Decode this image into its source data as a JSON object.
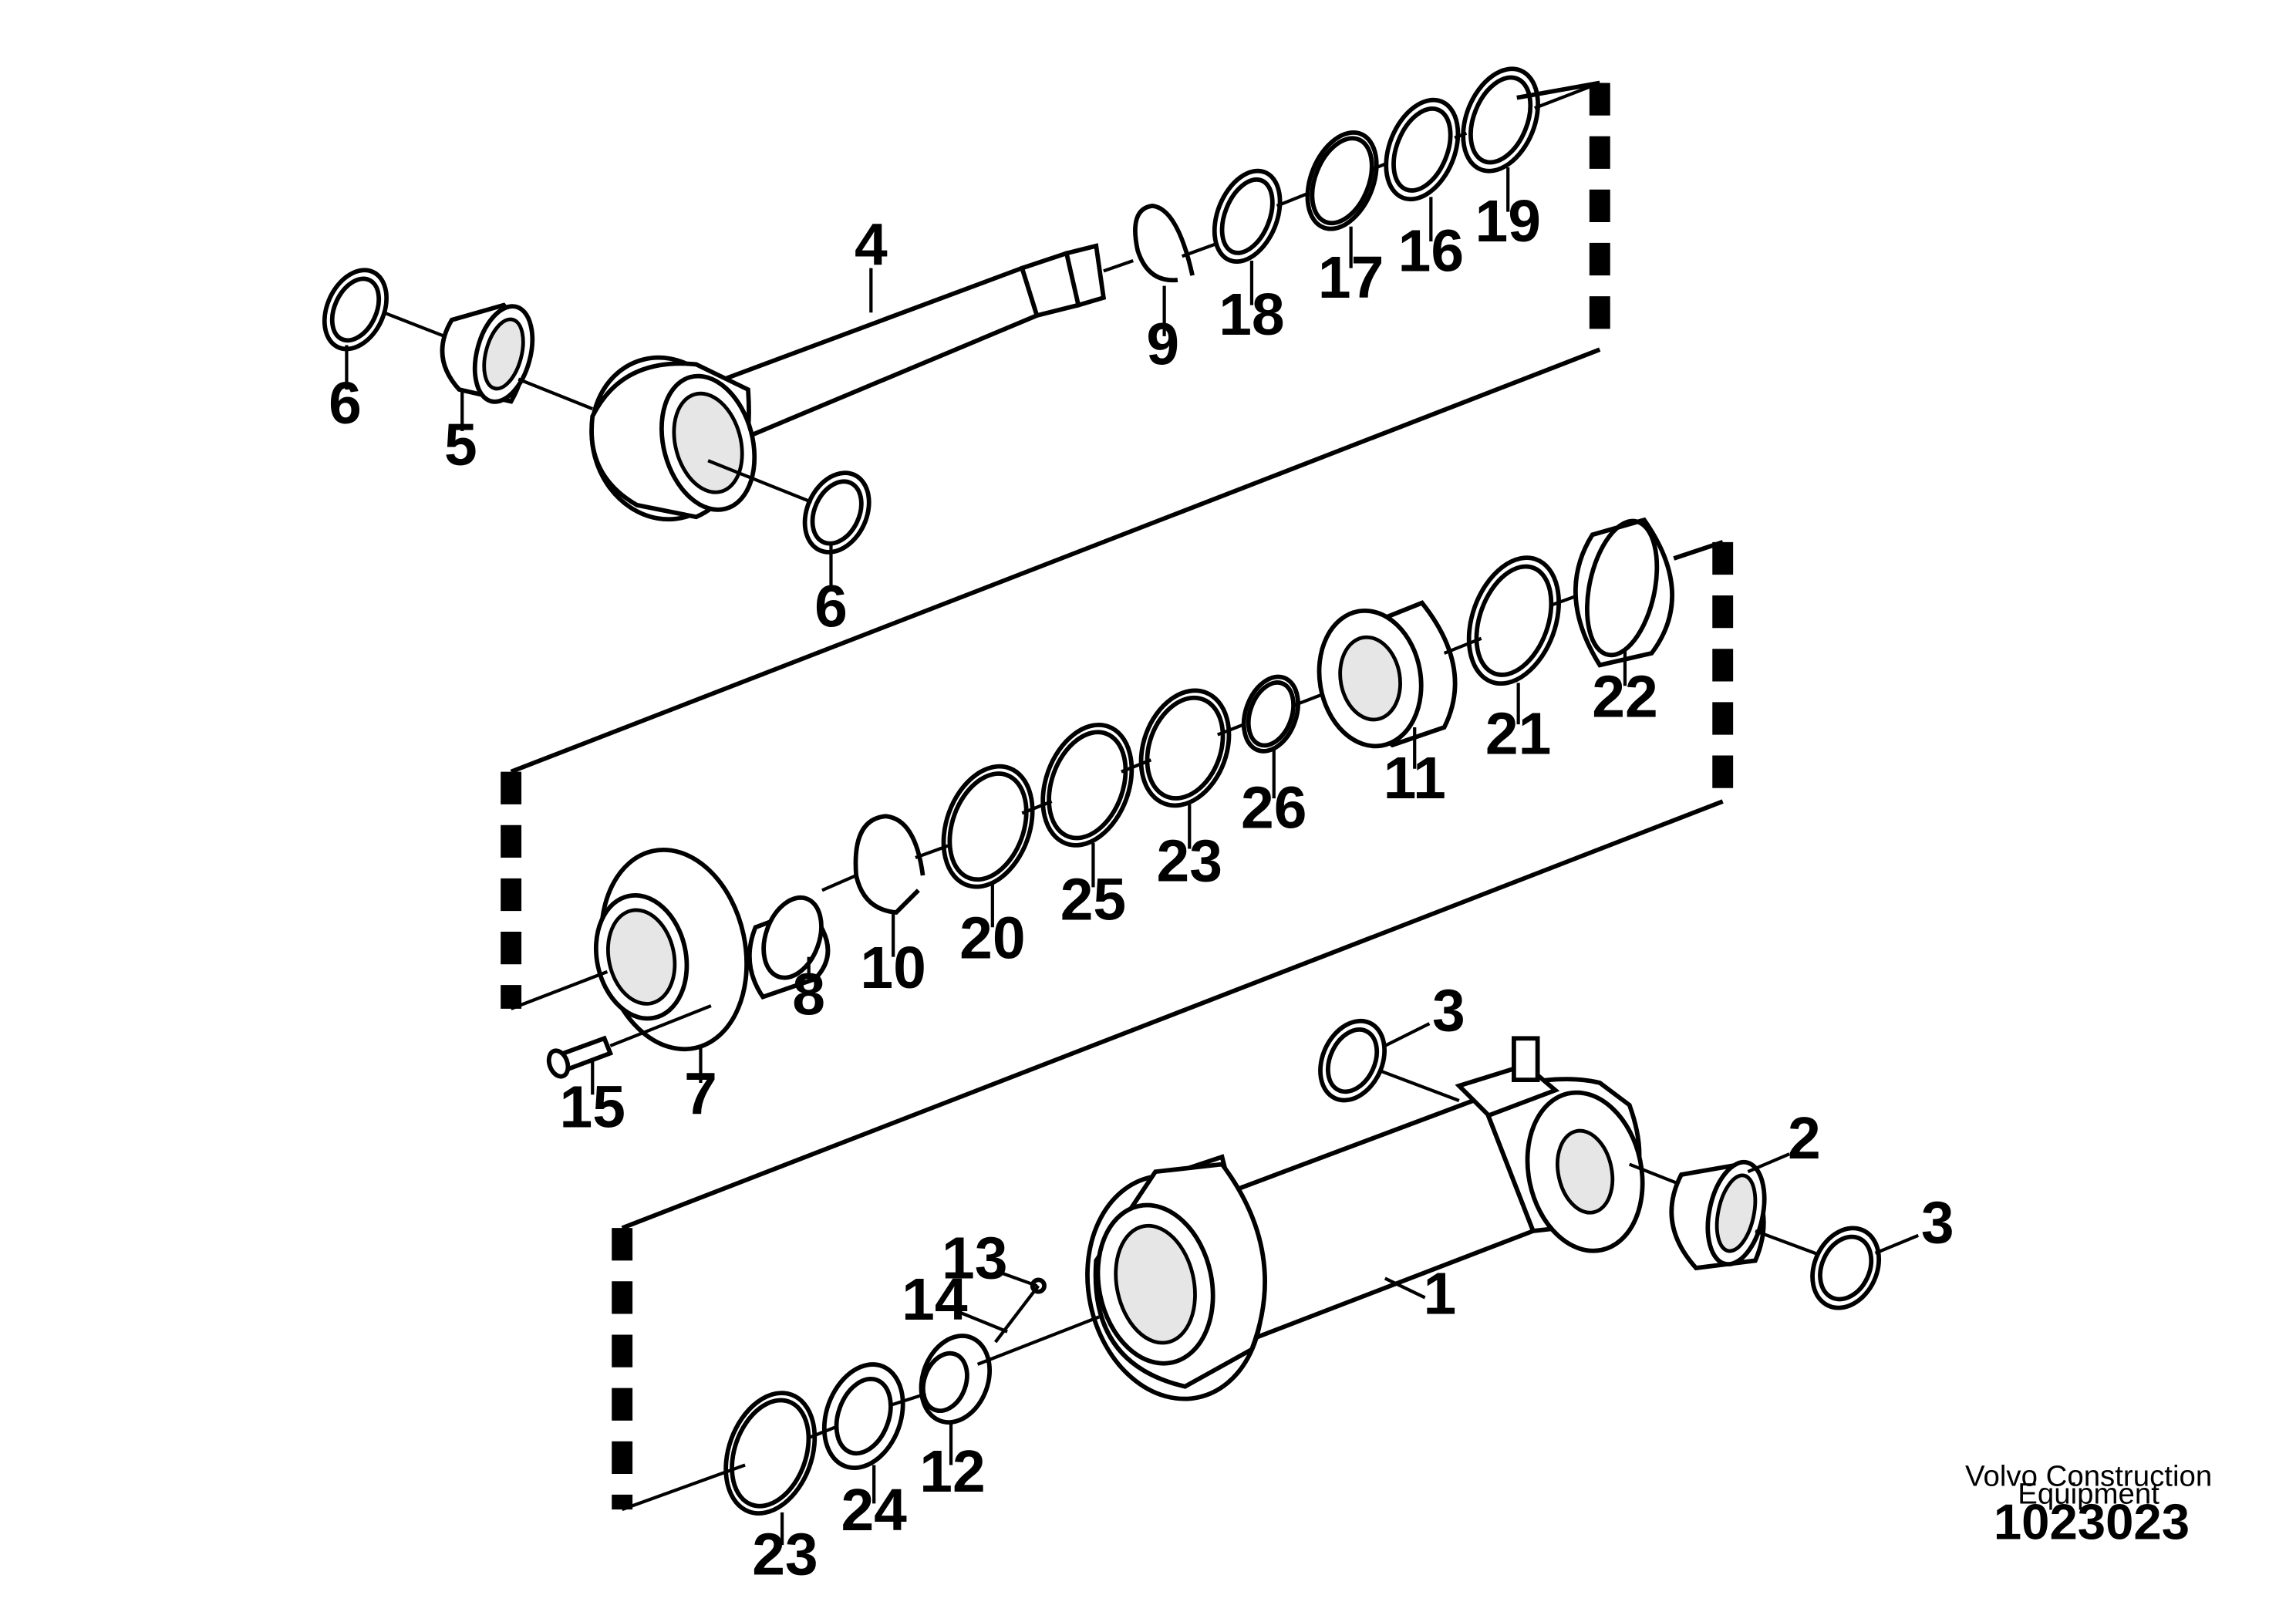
{
  "diagram": {
    "type": "exploded parts diagram",
    "callouts": {
      "c4": "4",
      "c6a": "6",
      "c5": "5",
      "c6b": "6",
      "c9": "9",
      "c18": "18",
      "c17": "17",
      "c16": "16",
      "c19": "19",
      "c22": "22",
      "c21": "21",
      "c11": "11",
      "c26": "26",
      "c23a": "23",
      "c25": "25",
      "c20": "20",
      "c10": "10",
      "c8": "8",
      "c7": "7",
      "c15": "15",
      "c3a": "3",
      "c2": "2",
      "c3b": "3",
      "c1": "1",
      "c13": "13",
      "c14": "14",
      "c12": "12",
      "c24": "24",
      "c23b": "23"
    }
  },
  "footer": {
    "brand_line1": "Volvo Construction",
    "brand_line2": "Equipment",
    "document_number": "1023023"
  }
}
